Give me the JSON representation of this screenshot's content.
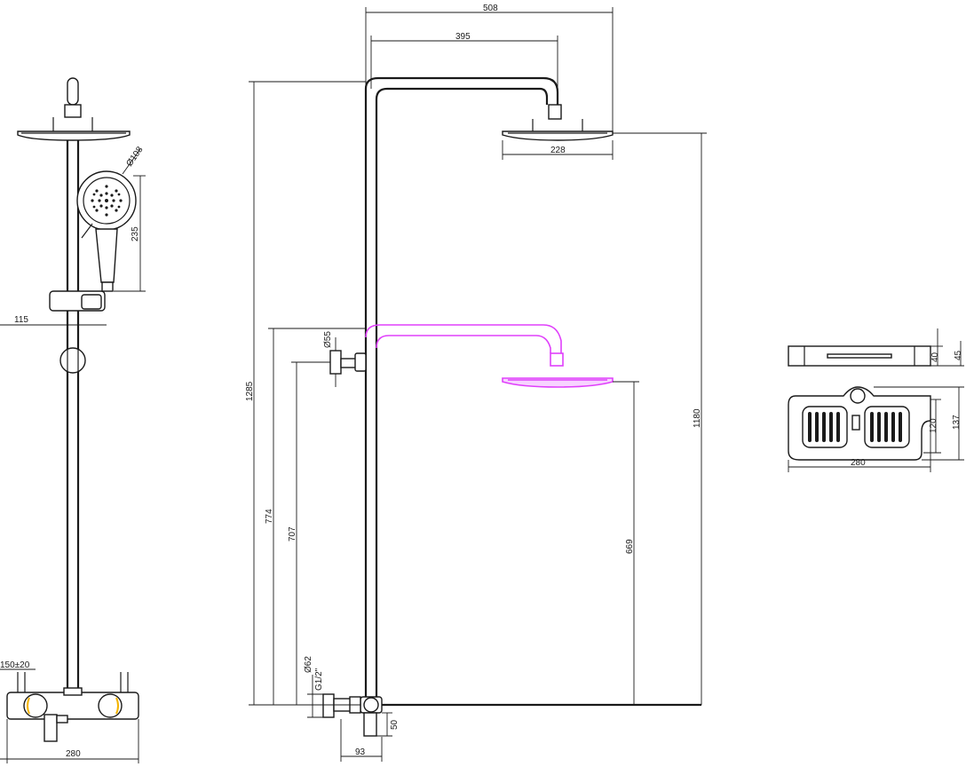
{
  "colors": {
    "line": "#1a1a1a",
    "highlight": "#e040fb",
    "background": "#ffffff"
  },
  "dims": {
    "side": {
      "d108": "Ø108",
      "h235": "235",
      "w115": "115",
      "w150": "150±20",
      "w280": "280"
    },
    "front": {
      "w508": "508",
      "w395": "395",
      "w228": "228",
      "h1285": "1285",
      "h1180": "1180",
      "d55": "Ø55",
      "h774": "774",
      "h707": "707",
      "h669": "669",
      "d62": "Ø62",
      "g12": "G1/2\"",
      "w93": "93",
      "h50": "50"
    },
    "shelf": {
      "h40": "40",
      "h45": "45",
      "h120": "120",
      "h137": "137",
      "w280": "280"
    }
  }
}
